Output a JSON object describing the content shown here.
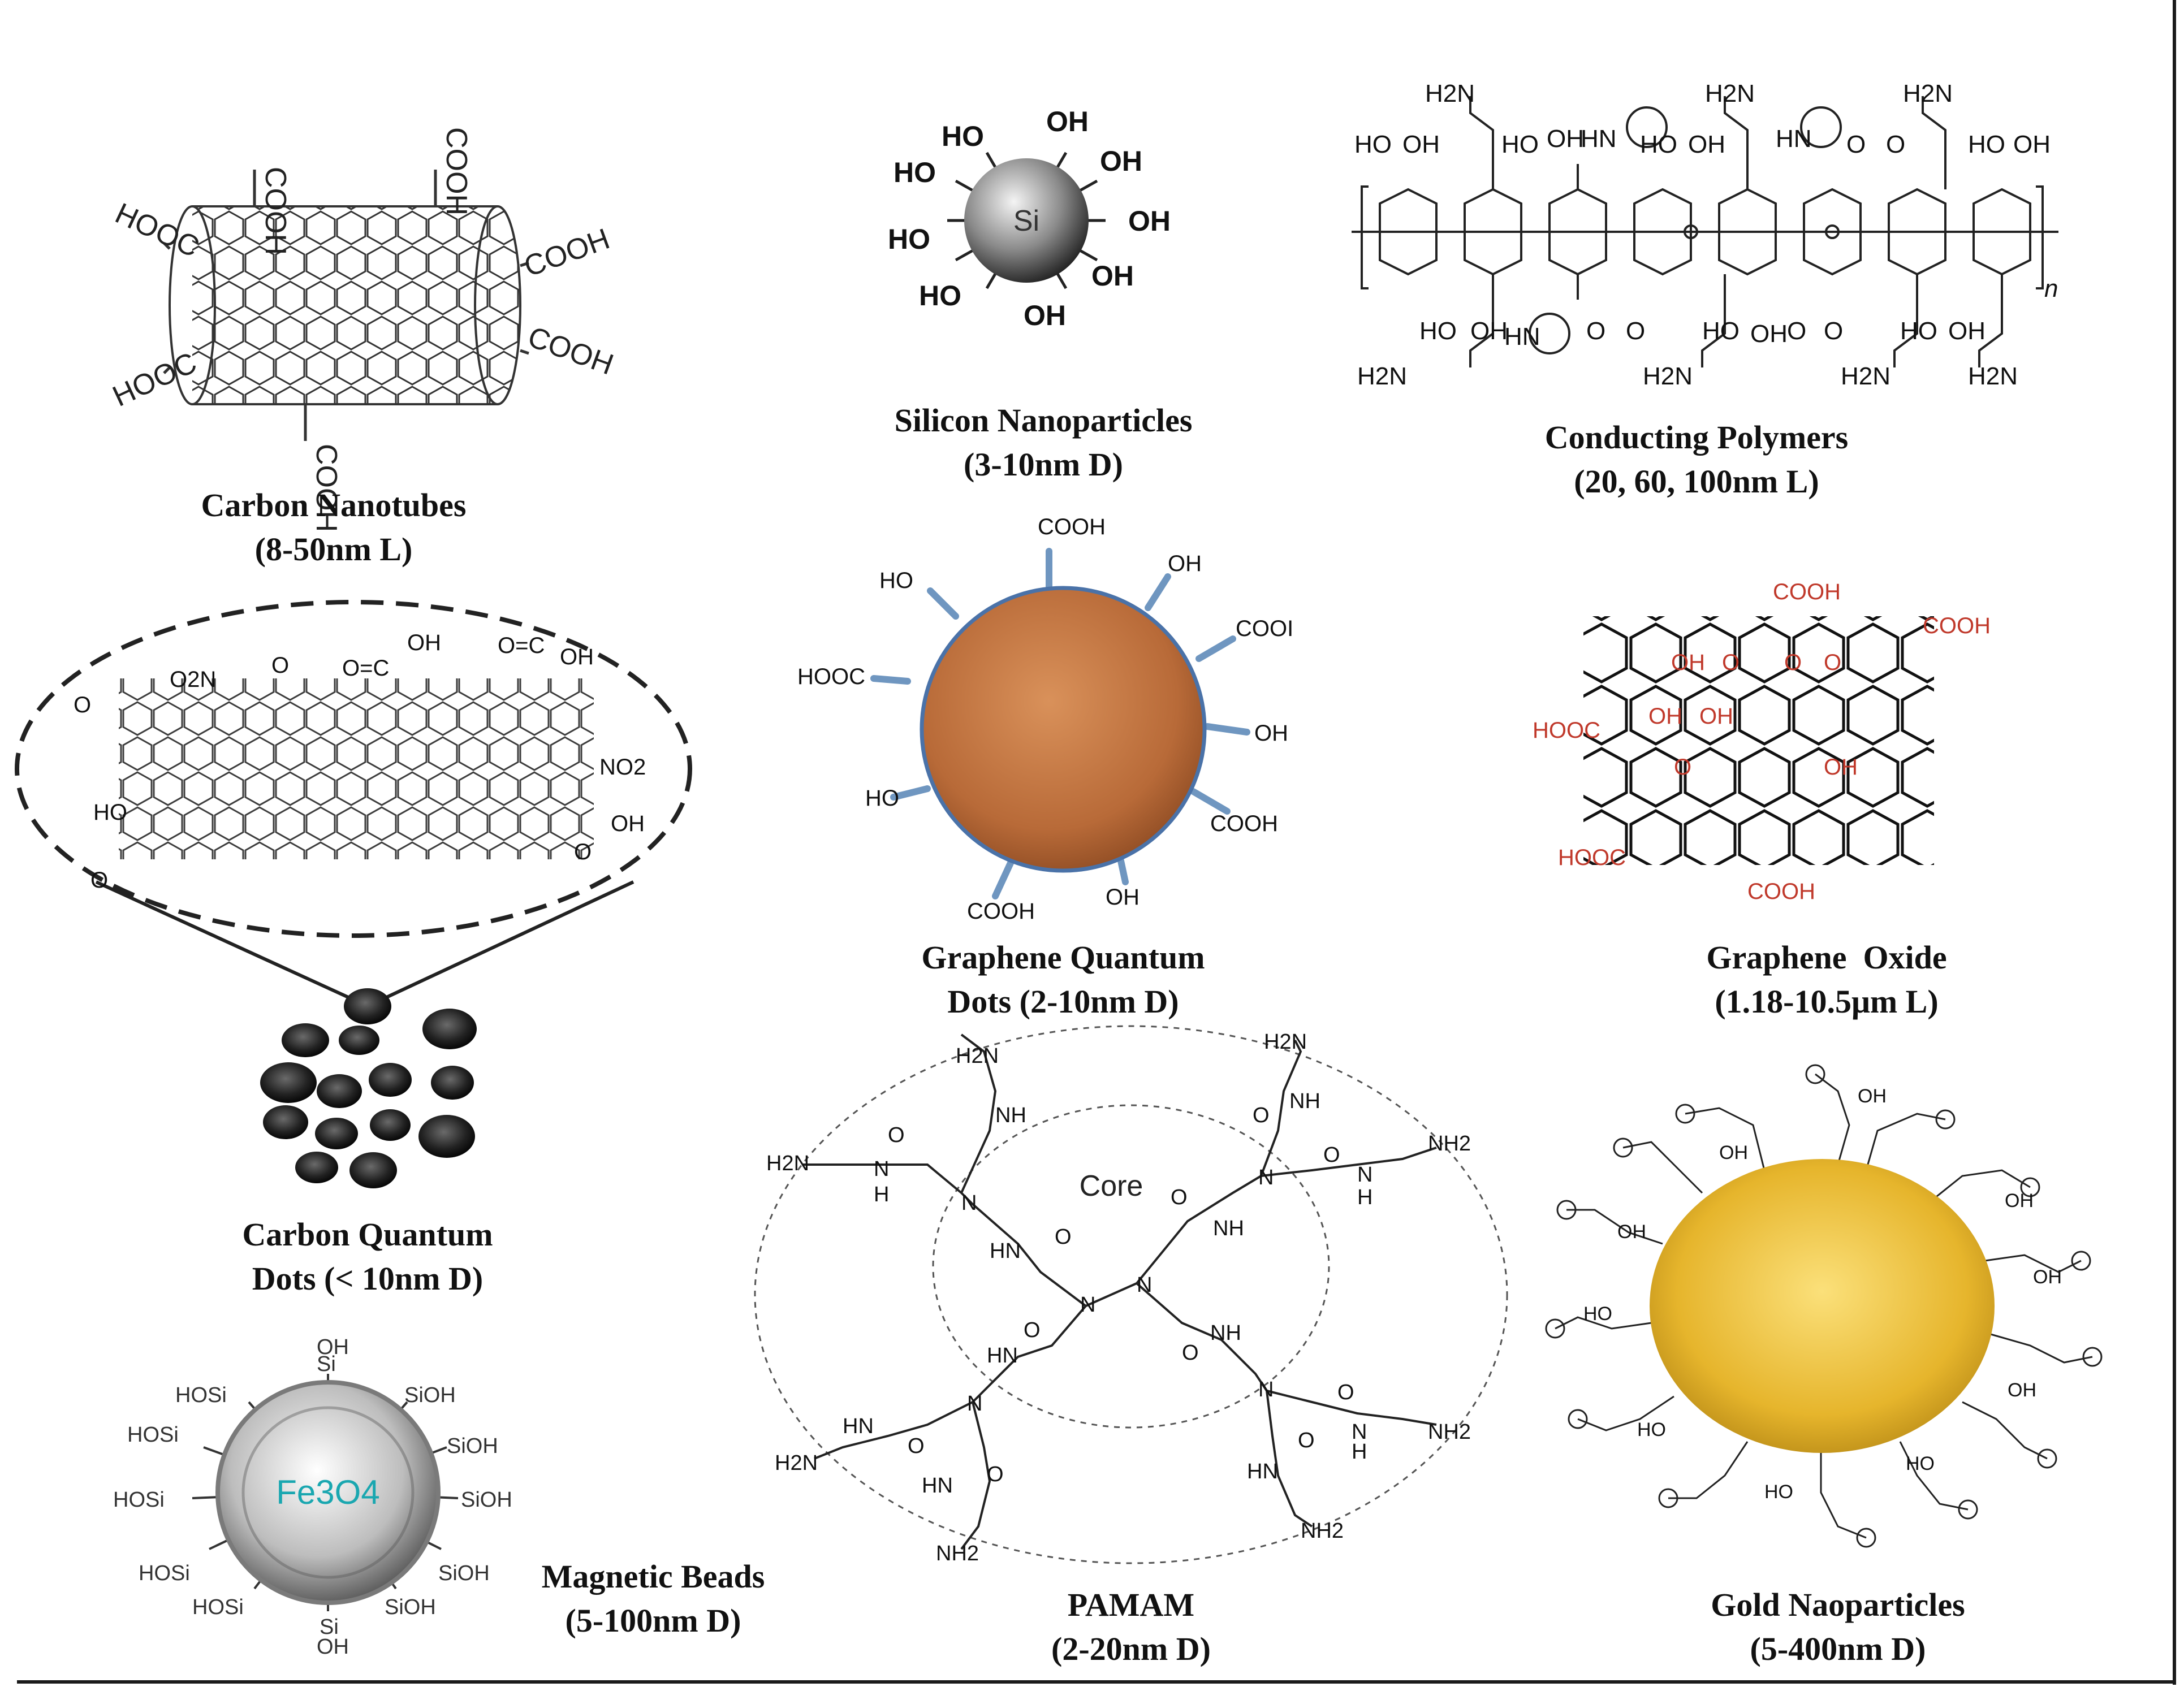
{
  "colors": {
    "ink": "#111111",
    "silicon_sphere": "#8a8a8a",
    "gqd_core": "#b86a38",
    "gqd_border": "#4a72a8",
    "gqd_spike": "#6f96c0",
    "go_label": "#c0392b",
    "fe3o4_label": "#1aa7b0",
    "gold_core": "#e6b52c"
  },
  "carbon_nanotubes": {
    "title": "Carbon Nanotubes",
    "size": "(8-50nm L)",
    "labels": {
      "cooh": "COOH",
      "hooc": "HOOC"
    }
  },
  "silicon_nanoparticles": {
    "title": "Silicon Nanoparticles",
    "size": "(3-10nm D)",
    "core_label": "Si",
    "group": "OH",
    "group_alt": "HO"
  },
  "conducting_polymers": {
    "title": "Conducting Polymers",
    "size": "(20, 60, 100nm L)",
    "labels": {
      "h2n": "H2N",
      "ho": "HO",
      "oh": "OH",
      "hn": "HN",
      "o": "O",
      "n": "n"
    }
  },
  "carbon_quantum_dots": {
    "title": "Carbon Quantum",
    "title2": "Dots (< 10nm D)",
    "labels": {
      "o2n": "O2N",
      "no2": "NO2",
      "oh": "OH",
      "ho": "HO",
      "o": "O",
      "oeq": "O=C"
    }
  },
  "graphene_quantum_dots": {
    "title": "Graphene Quantum",
    "title2": "Dots (2-10nm D)",
    "labels": {
      "cooh": "COOH",
      "oh": "OH",
      "ho": "HO",
      "hooc": "HOOC",
      "cooh_cut": "COOI"
    }
  },
  "graphene_oxide": {
    "title": "Graphene  Oxide",
    "size": "(1.18-10.5μm L)",
    "labels": {
      "cooh": "COOH",
      "hooc": "HOOC",
      "oh": "OH",
      "o": "O"
    }
  },
  "magnetic_beads": {
    "title": "Magnetic Beads",
    "size": "(5-100nm D)",
    "core_label": "Fe3O4",
    "labels": {
      "hosi": "HOSi",
      "sioh": "SiOH",
      "si": "Si",
      "oh": "OH"
    }
  },
  "pamam": {
    "title": "PAMAM",
    "size": "(2-20nm D)",
    "core_label": "Core",
    "labels": {
      "h2n": "H2N",
      "nh2": "NH2",
      "nh": "NH",
      "hn": "HN",
      "n": "N",
      "o": "O",
      "h": "H"
    }
  },
  "gold_nanoparticles": {
    "title": "Gold Naoparticles",
    "size": "(5-400nm D)",
    "labels": {
      "oh": "OH",
      "ho": "HO",
      "o": "O"
    }
  }
}
